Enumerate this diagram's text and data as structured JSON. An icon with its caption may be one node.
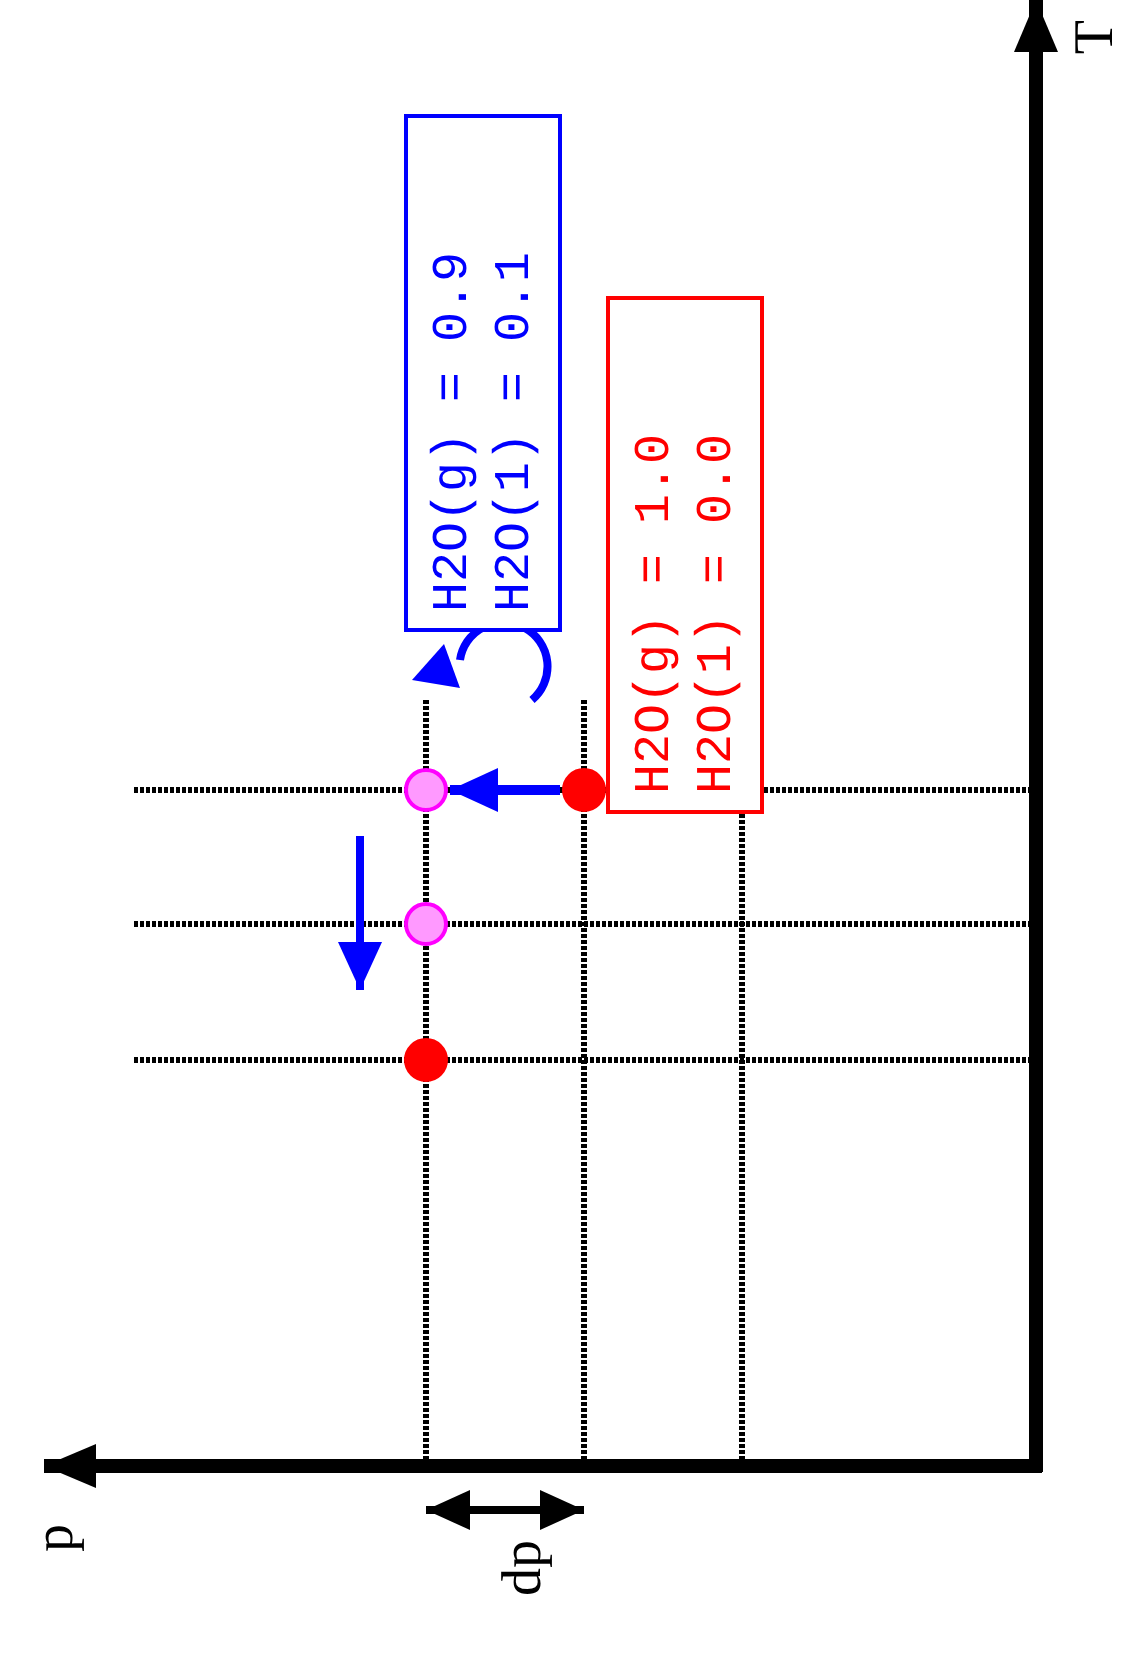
{
  "diagram": {
    "nodes": [
      {
        "text": [
          "H2O(g) = 0.9",
          "H2O(1) = 0.1"
        ]
      },
      {
        "text": [
          "H2O(g) = 1.0",
          "H2O(1) = 0.0"
        ]
      },
      {
        "text": [],
        "shape": "circle"
      },
      {
        "text": [],
        "shape": "circle"
      },
      {
        "text": [],
        "shape": "circle"
      },
      {
        "text": [],
        "shape": "circle"
      }
    ],
    "edges": [
      {
        "from": 3,
        "to": 2,
        "arrow": "to"
      }
    ],
    "labels": [
      "T",
      "p",
      "dp"
    ]
  }
}
